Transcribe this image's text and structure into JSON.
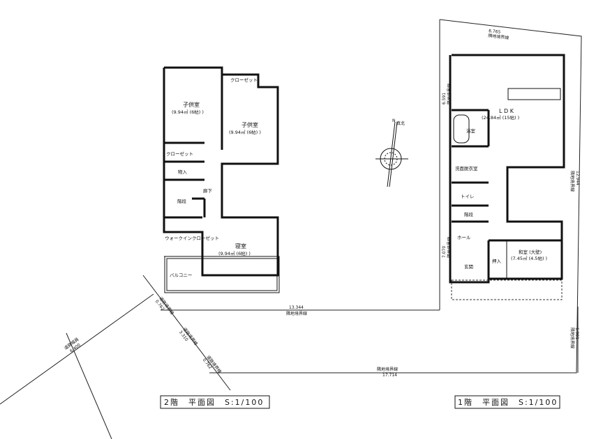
{
  "floor2": {
    "title": "2階　平面図　S:1/100",
    "rooms": {
      "kids1_name": "子供室",
      "kids1_area": "(9.94㎡ (6帖) )",
      "kids2_name": "子供室",
      "kids2_area": "(9.94㎡ (6帖) )",
      "closet_top": "クローゼット",
      "closet_left": "クローゼット",
      "storage": "物入",
      "hallway": "廊下",
      "stairs": "階段",
      "walkin": "ウォークインクローゼット",
      "bedroom_name": "寝室",
      "bedroom_area": "(9.94㎡ (6帖) )",
      "balcony": "バルコニー"
    }
  },
  "floor1": {
    "title": "1階　平面図　S:1/100",
    "rooms": {
      "ldk_name": "L D K",
      "ldk_area": "(24.84㎡ (15帖) )",
      "bath": "浴室",
      "washroom": "洗面脱衣室",
      "toilet": "トイレ",
      "stairs": "階段",
      "hall": "ホール",
      "entrance": "玄関",
      "oshiire": "押入",
      "washitsu_name": "和室 (大壁)",
      "washitsu_area": "(7.45㎡ (4.5帖) )"
    }
  },
  "site": {
    "north": "真北",
    "boundaries": [
      {
        "label": "隣地境界線",
        "length": "6.765"
      },
      {
        "label": "隣地境界線",
        "length": "6.591"
      },
      {
        "label": "隣地境界線",
        "length": "7.070"
      },
      {
        "label": "隣地境界線",
        "length": "12.944"
      },
      {
        "label": "隣地境界線",
        "length": "13.344"
      },
      {
        "label": "隣地境界線",
        "length": "1.901"
      },
      {
        "label": "隣地境界線",
        "length": "17.714"
      },
      {
        "label": "道路境界線",
        "length": "0.762"
      },
      {
        "label": "道路境界線",
        "length": "3.310"
      },
      {
        "label": "道路境界線",
        "length": "0.762"
      }
    ],
    "road": {
      "label": "道路幅員",
      "width": "6.400"
    }
  }
}
